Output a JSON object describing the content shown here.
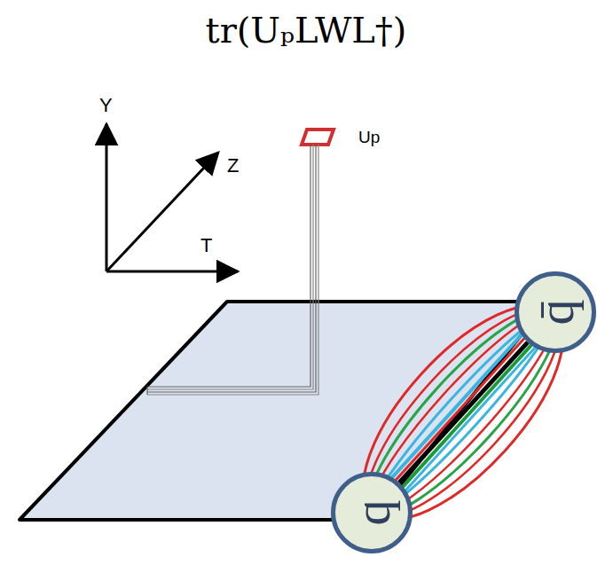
{
  "diagram": {
    "title": "tr(UₚLWL†)",
    "nodes": [
      {
        "text": [
          "q̄"
        ]
      },
      {
        "text": [
          "q"
        ]
      }
    ],
    "edges": [
      {
        "from": 0,
        "to": 1,
        "arrow": "none"
      }
    ],
    "labels": [
      "Y",
      "Z",
      "T",
      "Up"
    ]
  }
}
